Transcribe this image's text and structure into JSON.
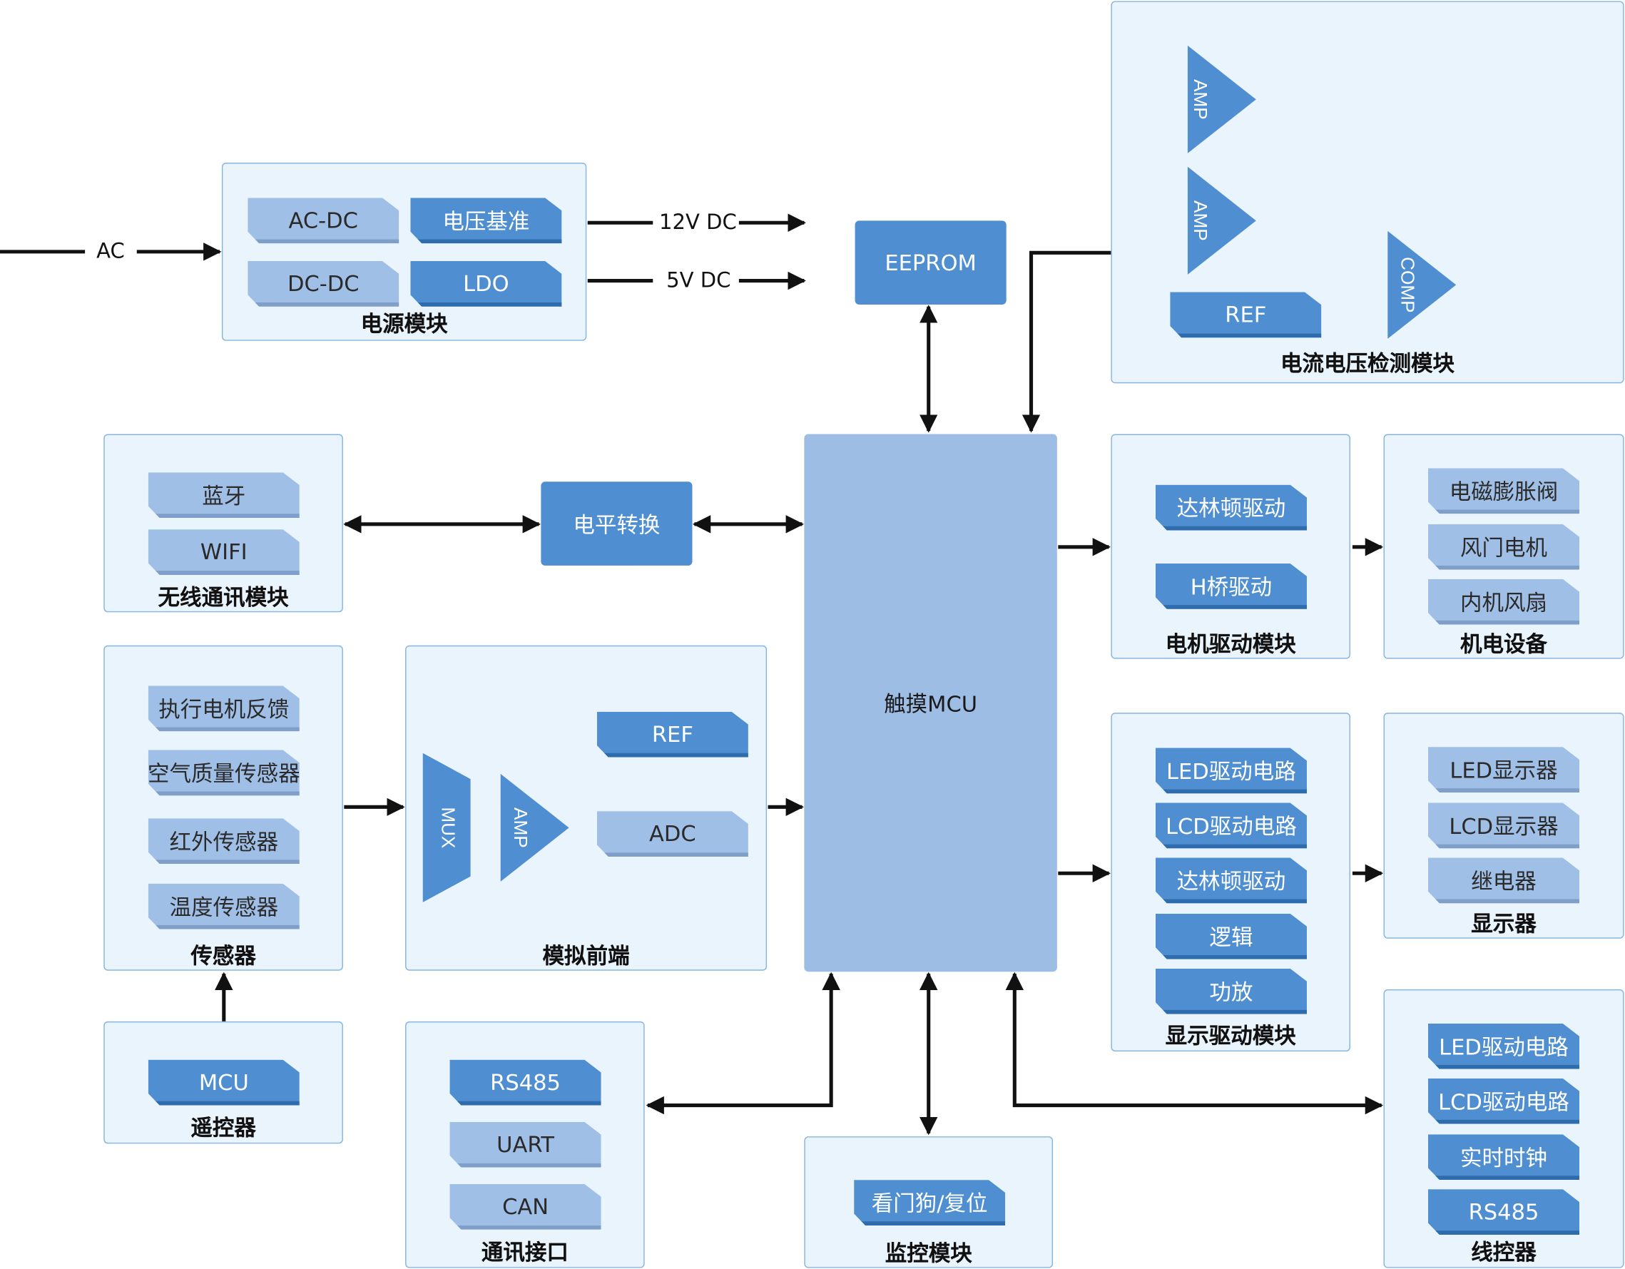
{
  "modules": {
    "power": {
      "title": "电源模块",
      "chips": [
        "AC-DC",
        "电压基准",
        "DC-DC",
        "LDO"
      ]
    },
    "detect": {
      "title": "电流电压检测模块",
      "amp1": "AMP",
      "amp2": "AMP",
      "comp": "COMP",
      "ref": "REF"
    },
    "wireless": {
      "title": "无线通讯模块",
      "chips": [
        "蓝牙",
        "WIFI"
      ]
    },
    "sensors": {
      "title": "传感器",
      "chips": [
        "执行电机反馈",
        "空气质量传感器",
        "红外传感器",
        "温度传感器"
      ]
    },
    "frontend": {
      "title": "模拟前端",
      "mux": "MUX",
      "amp": "AMP",
      "ref": "REF",
      "adc": "ADC"
    },
    "remote": {
      "title": "遥控器",
      "chips": [
        "MCU"
      ]
    },
    "comm": {
      "title": "通讯接口",
      "chips": [
        "RS485",
        "UART",
        "CAN"
      ]
    },
    "monitor": {
      "title": "监控模块",
      "chips": [
        "看门狗/复位"
      ]
    },
    "motor": {
      "title": "电机驱动模块",
      "chips": [
        "达林顿驱动",
        "H桥驱动"
      ]
    },
    "mech": {
      "title": "机电设备",
      "chips": [
        "电磁膨胀阀",
        "风门电机",
        "内机风扇"
      ]
    },
    "display_drv": {
      "title": "显示驱动模块",
      "chips": [
        "LED驱动电路",
        "LCD驱动电路",
        "达林顿驱动",
        "逻辑",
        "功放"
      ]
    },
    "display": {
      "title": "显示器",
      "chips": [
        "LED显示器",
        "LCD显示器",
        "继电器"
      ]
    },
    "wire_ctrl": {
      "title": "线控器",
      "chips": [
        "LED驱动电路",
        "LCD驱动电路",
        "实时时钟",
        "RS485"
      ]
    }
  },
  "blocks": {
    "eeprom": "EEPROM",
    "level_shift": "电平转换",
    "mcu": "触摸MCU"
  },
  "labels": {
    "ac": "AC",
    "dc12": "12V DC",
    "dc5": "5V DC"
  },
  "colors": {
    "module_fill": "#eaf4fc",
    "module_border": "#86b5e0",
    "dark_block": "#4f8fd1",
    "light_block": "#a0bfe6",
    "mcu_fill": "#9dbde5",
    "line": "#111111"
  }
}
